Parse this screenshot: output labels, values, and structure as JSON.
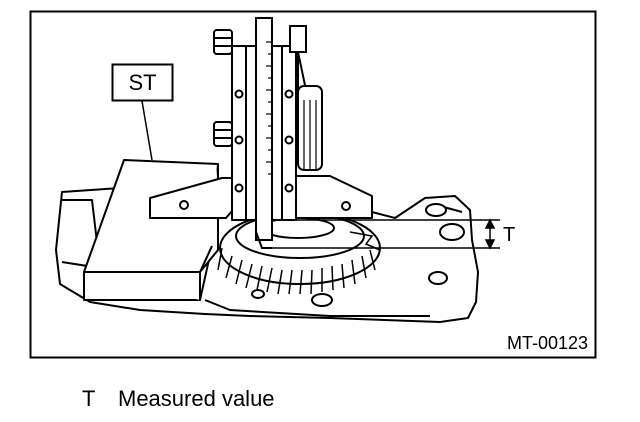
{
  "diagram": {
    "labels": {
      "special_tool": "ST",
      "measurement_symbol": "T",
      "figure_code": "MT-00123"
    }
  },
  "legend": {
    "items": [
      {
        "symbol": "T",
        "description": "Measured value"
      }
    ]
  }
}
